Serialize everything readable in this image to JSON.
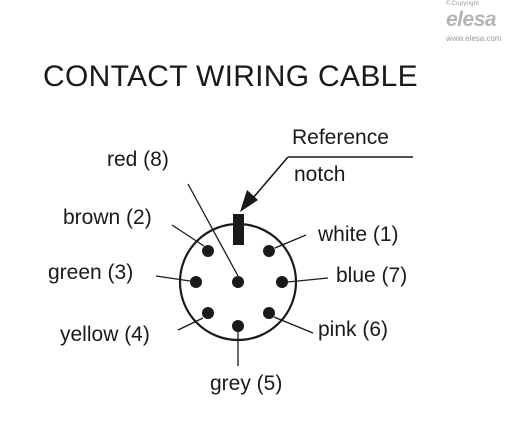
{
  "header": {
    "copyright": "Copyright",
    "brand": "elesa",
    "website": "www.elesa.com"
  },
  "title": "CONTACT WIRING CABLE",
  "reference": {
    "line1": "Reference",
    "line2": "notch"
  },
  "contacts": [
    {
      "id": "red",
      "label": "red (8)"
    },
    {
      "id": "brown",
      "label": "brown (2)"
    },
    {
      "id": "green",
      "label": "green (3)"
    },
    {
      "id": "yellow",
      "label": "yellow (4)"
    },
    {
      "id": "grey",
      "label": "grey (5)"
    },
    {
      "id": "white",
      "label": "white (1)"
    },
    {
      "id": "blue",
      "label": "blue (7)"
    },
    {
      "id": "pink",
      "label": "pink (6)"
    }
  ]
}
